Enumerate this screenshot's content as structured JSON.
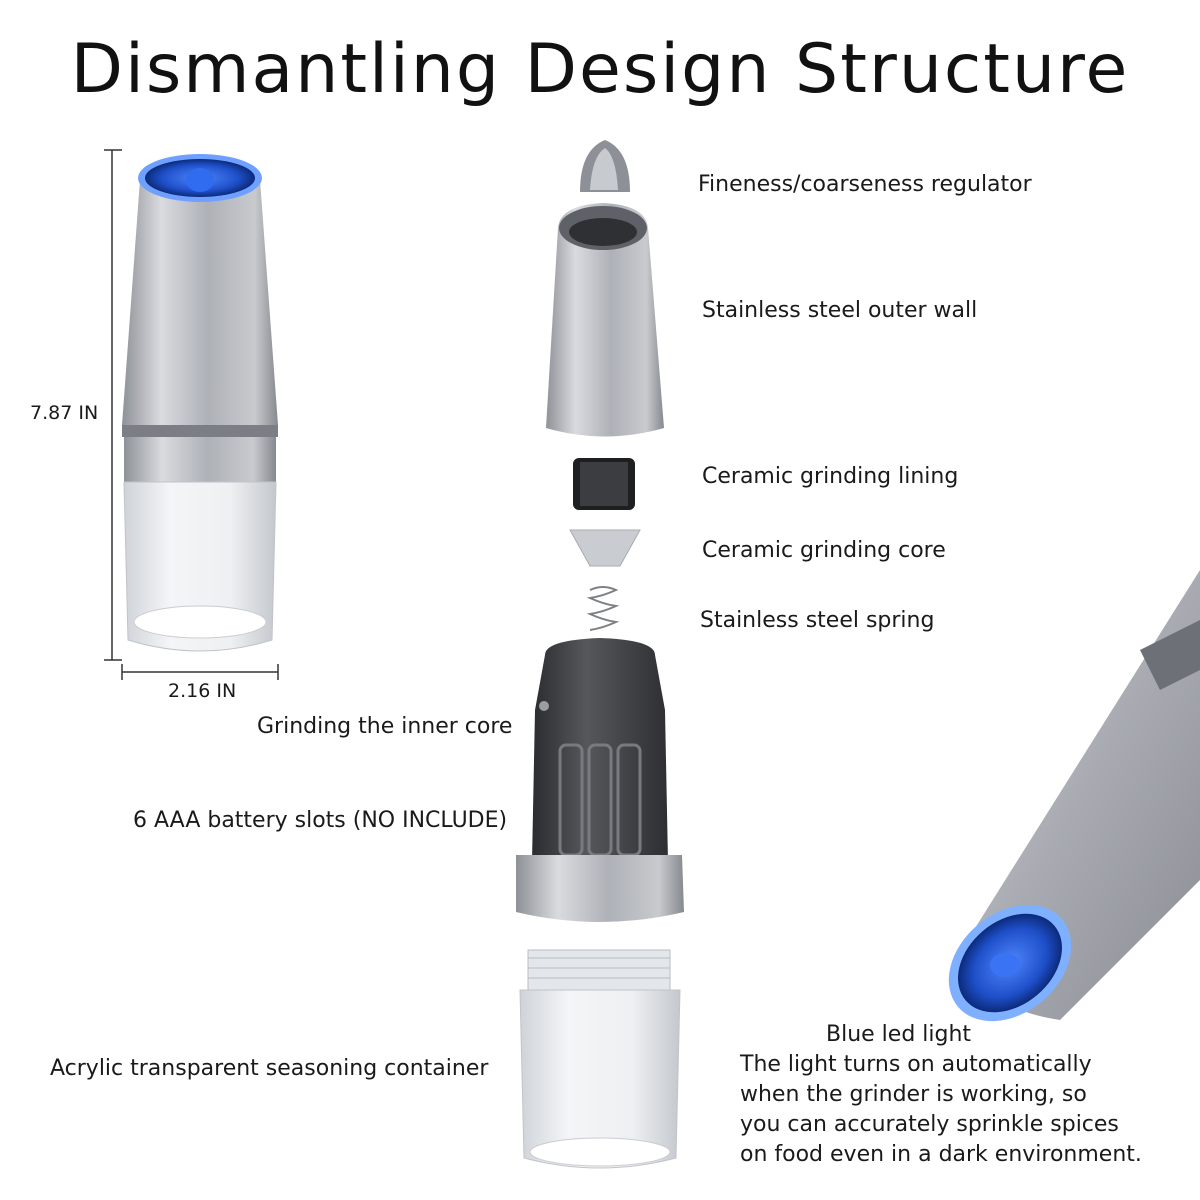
{
  "title": "Dismantling Design Structure",
  "dimensions": {
    "height": "7.87 IN",
    "width": "2.16 IN"
  },
  "parts": {
    "regulator": "Fineness/coarseness regulator",
    "outer_wall": "Stainless steel outer wall",
    "lining": "Ceramic grinding lining",
    "core": "Ceramic grinding core",
    "spring": "Stainless steel spring",
    "inner_core": "Grinding the inner core",
    "battery": "6 AAA battery slots (NO INCLUDE)",
    "container": "Acrylic transparent seasoning container"
  },
  "led": {
    "heading": "Blue led light",
    "lines": [
      "The light turns on automatically",
      "when the grinder is working, so",
      "you can accurately sprinkle spices",
      "on food even in a dark environment."
    ]
  },
  "colors": {
    "steel": "#b9bcc2",
    "led_blue": "#1e5bd8",
    "dark": "#3a3b3e"
  }
}
